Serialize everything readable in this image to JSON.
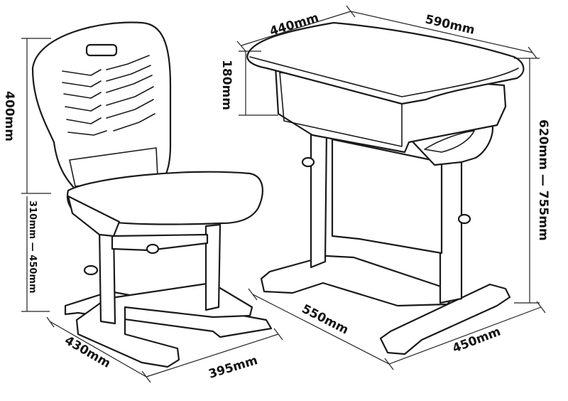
{
  "dimensions": {
    "chair_back_height": "400mm",
    "chair_seat_height": "310mm — 450mm",
    "chair_depth": "430mm",
    "chair_width": "395mm",
    "desk_depth": "440mm",
    "desk_width": "590mm",
    "desk_drawer_height": "180mm",
    "desk_height": "620mm — 755mm",
    "desk_base_depth": "550mm",
    "desk_base_width": "450mm"
  }
}
